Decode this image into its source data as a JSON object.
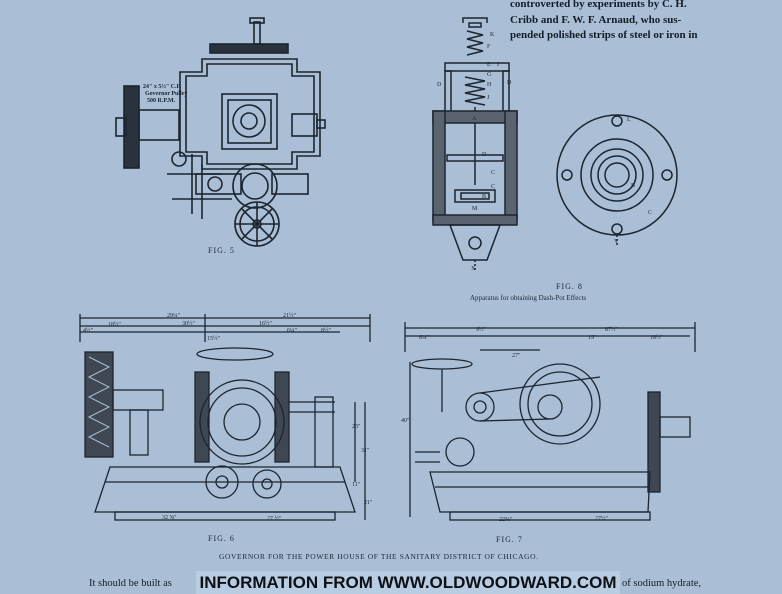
{
  "top_right_text": {
    "line1": "controverted by experiments by C. H.",
    "line2": "Cribb and F. W. F. Arnaud, who sus-",
    "line3": "pended polished strips of steel or iron in"
  },
  "fig5": {
    "caption": "FIG. 5",
    "pulley_label_1": "24\" x 5½\" C.F.",
    "pulley_label_2": "Governor Pulley",
    "pulley_label_3": "500 R.P.M."
  },
  "fig8": {
    "caption": "FIG. 8",
    "subcaption": "Apparatus for obtaining Dash-Pot Effects",
    "letters": {
      "K": "K",
      "F": "F",
      "E": "E",
      "G": "G",
      "H": "H",
      "J": "J",
      "I": "I",
      "D": "D",
      "A": "A",
      "C": "C",
      "B": "B",
      "M": "M",
      "X": "X",
      "L": "L",
      "Y": "Y"
    }
  },
  "fig6": {
    "caption": "FIG. 6",
    "dims": {
      "d1": "29¼\"",
      "d2": "21½\"",
      "d3": "18½\"",
      "d4": "30½\"",
      "d5": "16½\"",
      "d6": "4½\"",
      "d7": "6¼\"",
      "d8": "8½\"",
      "d9": "15½\"",
      "d10": "23\"",
      "d11": "31\"",
      "d12": "11\"",
      "d13": "21\"",
      "d14": "32 ⅝\"",
      "d15": "27 ½\""
    }
  },
  "fig7": {
    "caption": "FIG. 7",
    "dims": {
      "d1": "9½\"",
      "d2": "87½\"",
      "d3": "6¼\"",
      "d4": "19\"",
      "d5": "18½\"",
      "d6": "27\"",
      "d7": "22⅝\"",
      "d8": "27½\"",
      "d9": "40\""
    }
  },
  "main_caption": "GOVERNOR FOR THE POWER HOUSE OF THE SANITARY DISTRICT OF CHICAGO.",
  "bottom_text_left": "It should be built as",
  "bottom_text_right": "of sodium hydrate,",
  "watermark": "INFORMATION FROM WWW.OLDWOODWARD.COM"
}
